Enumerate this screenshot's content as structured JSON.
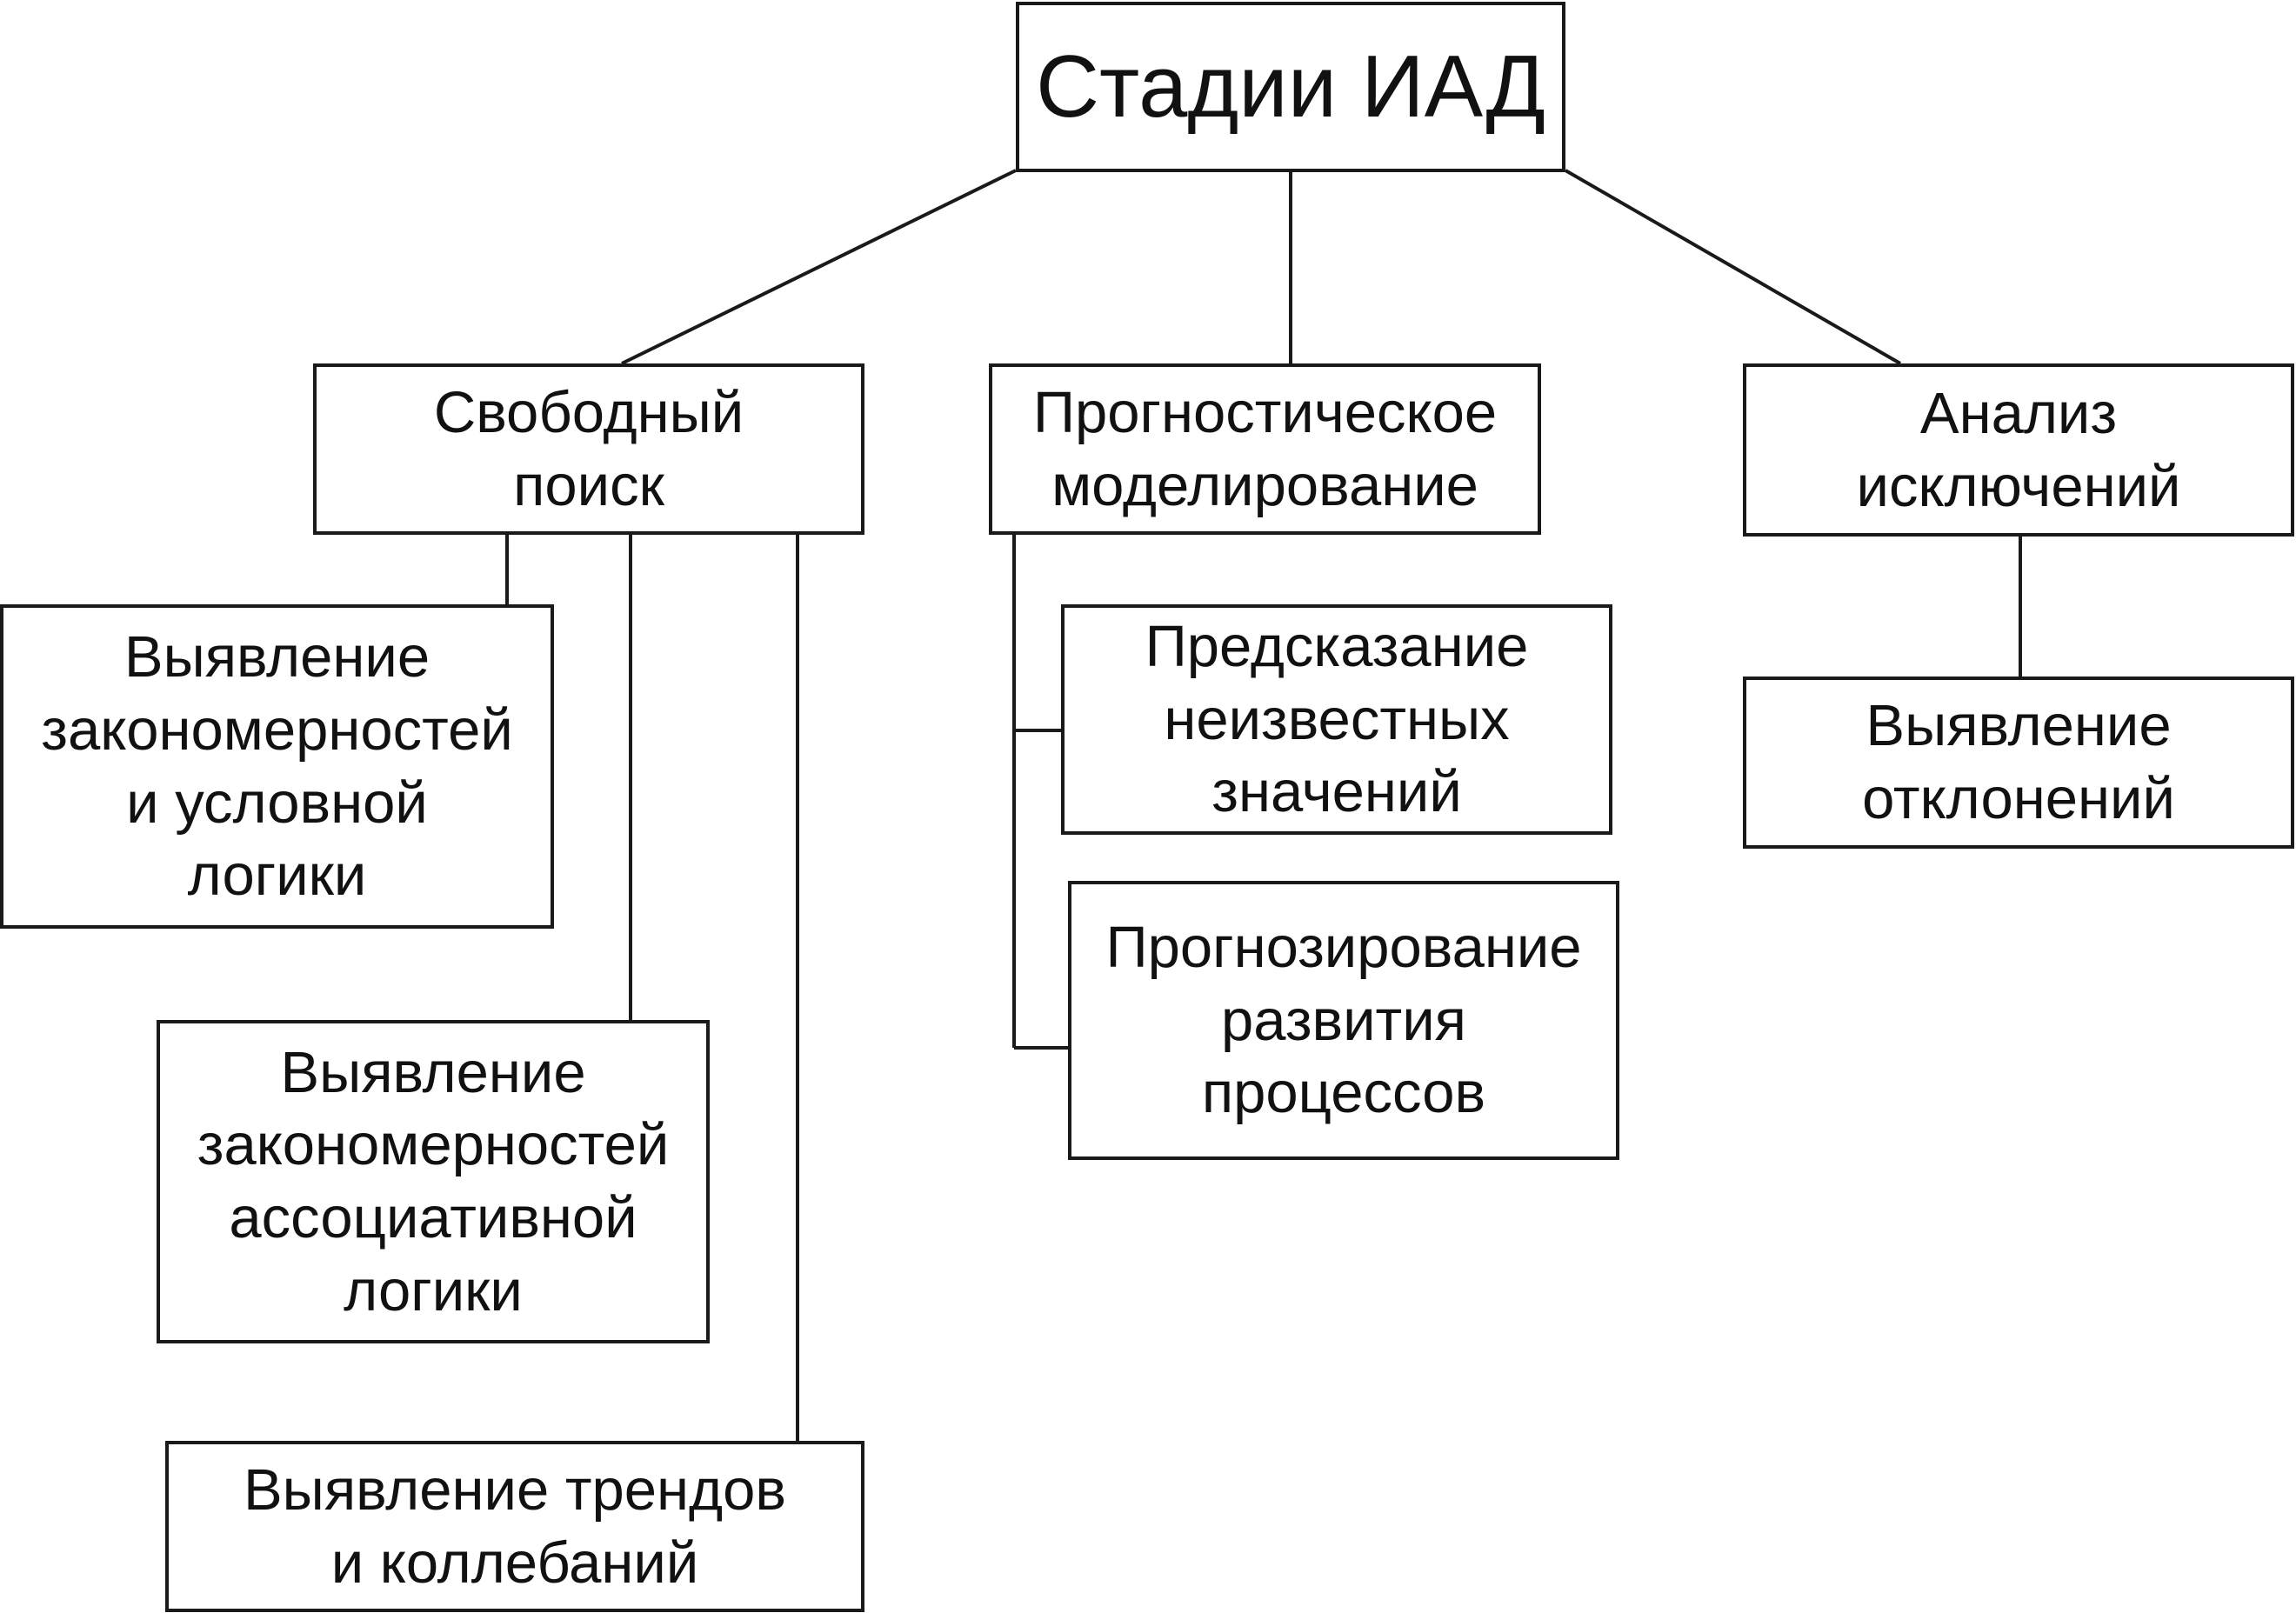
{
  "root": {
    "lines": [
      "Стадии ИАД"
    ]
  },
  "branches": [
    {
      "lines": [
        "Свободный",
        "поиск"
      ],
      "children": [
        {
          "lines": [
            "Выявление",
            "закономерностей",
            "и условной",
            "логики"
          ]
        },
        {
          "lines": [
            "Выявление",
            "закономерностей",
            "ассоциативной",
            "логики"
          ]
        },
        {
          "lines": [
            "Выявление трендов",
            "и коллебаний"
          ]
        }
      ]
    },
    {
      "lines": [
        "Прогностическое",
        "моделирование"
      ],
      "children": [
        {
          "lines": [
            "Предсказание",
            "неизвестных",
            "значений"
          ]
        },
        {
          "lines": [
            "Прогнозирование",
            "развития",
            "процессов"
          ]
        }
      ]
    },
    {
      "lines": [
        "Анализ",
        "исключений"
      ],
      "children": [
        {
          "lines": [
            "Выявление",
            "отклонений"
          ]
        }
      ]
    }
  ]
}
